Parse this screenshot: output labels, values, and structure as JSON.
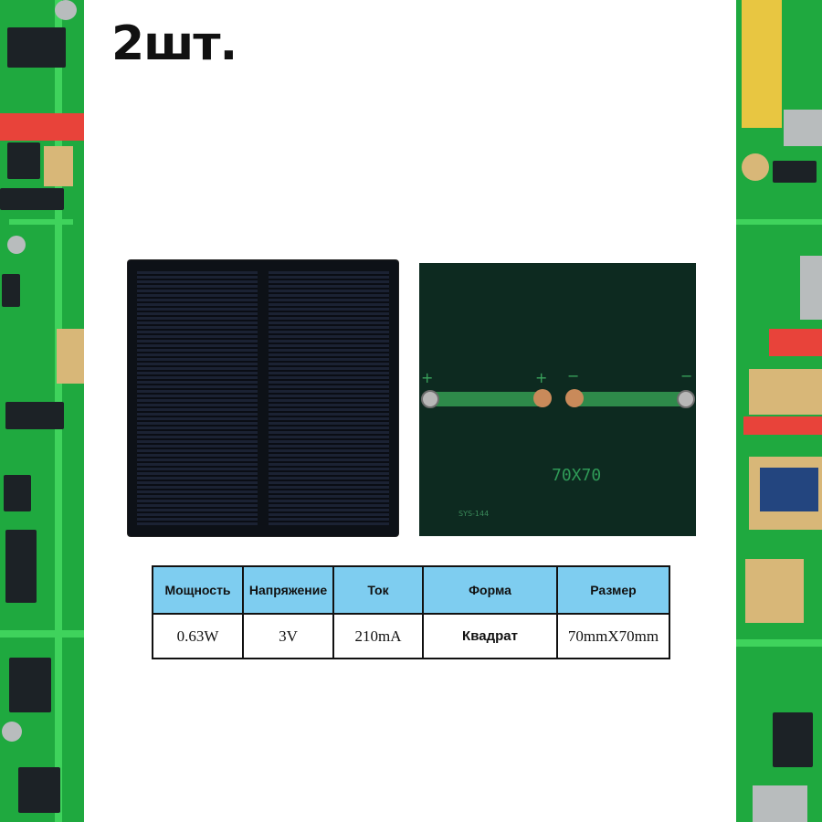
{
  "title": "2шт.",
  "panel_back": {
    "plus": "+",
    "minus": "−",
    "dimension_label": "70X70",
    "code_label": "SYS-144"
  },
  "spec_table": {
    "headers": [
      "Мощность",
      "Напряжение",
      "Ток",
      "Форма",
      "Размер"
    ],
    "values": [
      "0.63W",
      "3V",
      "210mA",
      "Квадрат",
      "70mmX70mm"
    ]
  },
  "colors": {
    "header_bg": "#7ecdf0",
    "pcb_green": "#1fa93f",
    "panel_dark": "#0d1117"
  }
}
